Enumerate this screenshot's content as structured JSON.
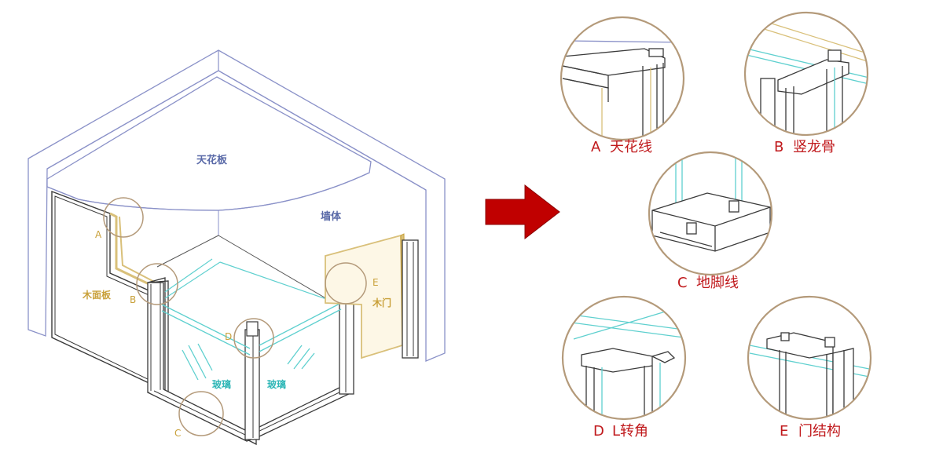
{
  "colors": {
    "wall": "#8a91c8",
    "frame": "#3a3a3a",
    "glass": "#5fd0cf",
    "wood": "#d9c07a",
    "circle": "#b49a7a",
    "arrow": "#c00000",
    "caption": "#c0191c"
  },
  "labels": {
    "ceiling": "天花板",
    "wall": "墙体",
    "wood_panel": "木面板",
    "wood_door": "木门",
    "glass_left": "玻璃",
    "glass_right": "玻璃",
    "marker_a": "A",
    "marker_b": "B",
    "marker_c": "C",
    "marker_d": "D",
    "marker_e": "E"
  },
  "details": [
    {
      "letter": "A",
      "name": "天花线"
    },
    {
      "letter": "B",
      "name": "竖龙骨"
    },
    {
      "letter": "C",
      "name": "地脚线"
    },
    {
      "letter": "D",
      "name": "L转角"
    },
    {
      "letter": "E",
      "name": "门结构"
    }
  ],
  "arrow_icon": "right-arrow-icon"
}
